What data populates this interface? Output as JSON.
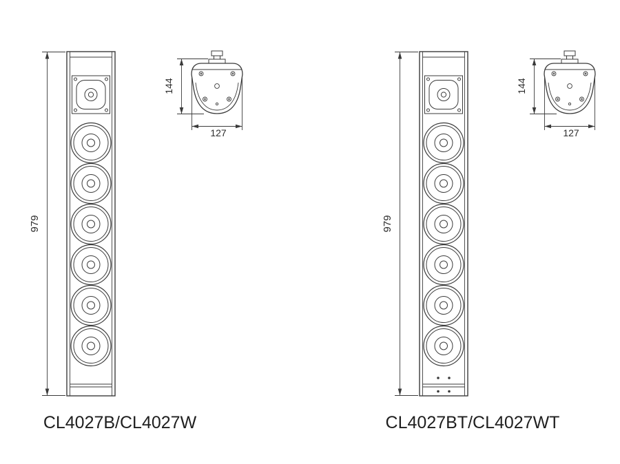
{
  "page": {
    "background": "#ffffff"
  },
  "drawing": {
    "line_color": "#3a3a3a",
    "text_color": "#2c2c2c"
  },
  "speakers": {
    "left": {
      "model": "CL4027B/CL4027W",
      "height_dim": "979",
      "depth_dim": "144",
      "width_dim": "127"
    },
    "right": {
      "model": "CL4027BT/CL4027WT",
      "height_dim": "979",
      "depth_dim": "144",
      "width_dim": "127"
    }
  }
}
